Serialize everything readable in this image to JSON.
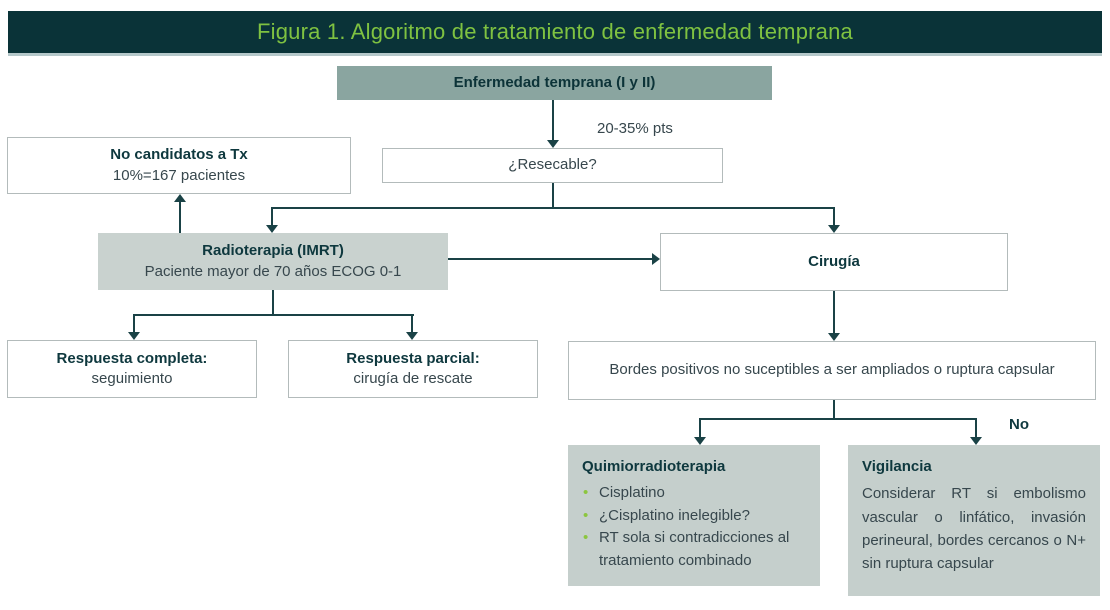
{
  "title": "Figura 1. Algoritmo de tratamiento de enfermedad temprana",
  "colors": {
    "title_bar_bg": "#0a3338",
    "title_text": "#7fc241",
    "sage_box": "#8aa5a0",
    "grey_box": "#c9d2cf",
    "panel_box": "#c5cfcc",
    "line": "#1a4246",
    "bullet_green": "#8cc63f",
    "heading_text": "#0e383e",
    "body_text": "#37474d"
  },
  "nodes": {
    "enfermedad": {
      "label": "Enfermedad temprana (I y II)"
    },
    "no_candidatos": {
      "title": "No candidatos a Tx",
      "subtitle": "10%=167 pacientes"
    },
    "resecable": {
      "label": "¿Resecable?"
    },
    "radioterapia": {
      "title": "Radioterapia (IMRT)",
      "subtitle": "Paciente mayor de 70 años ECOG 0-1"
    },
    "cirugia": {
      "label": "Cirugía"
    },
    "respuesta_completa": {
      "title": "Respuesta completa:",
      "subtitle": "seguimiento"
    },
    "respuesta_parcial": {
      "title": "Respuesta parcial:",
      "subtitle": "cirugía de rescate"
    },
    "bordes": {
      "label": "Bordes positivos no suceptibles a ser ampliados o ruptura capsular"
    },
    "quimiorradioterapia": {
      "title": "Quimiorradioterapia",
      "items": [
        "Cisplatino",
        "¿Cisplatino inelegible?",
        "RT sola si contradicciones al tratamiento combinado"
      ]
    },
    "vigilancia": {
      "title": "Vigilancia",
      "body": "Considerar RT si embolismo vascular o linfático, invasión perineural, bordes cercanos o N+ sin ruptura capsular"
    }
  },
  "labels": {
    "pts": "20-35% pts",
    "no": "No"
  }
}
